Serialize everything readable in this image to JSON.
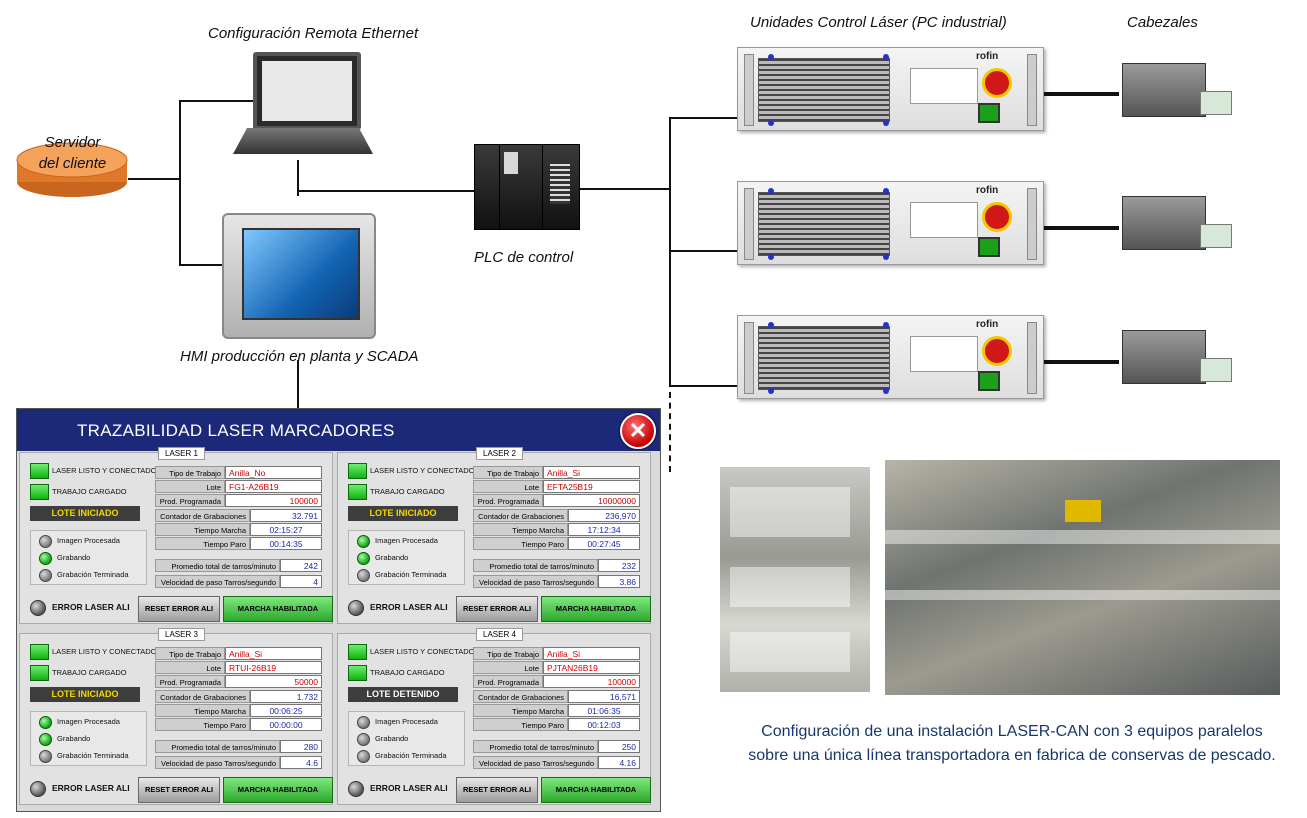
{
  "diagram": {
    "remote_config_label": "Configuración Remota Ethernet",
    "client_server_label": [
      "Servidor",
      "del cliente"
    ],
    "hmi_label": "HMI producción en planta y SCADA",
    "plc_label": "PLC de control",
    "laser_units_label": "Unidades Control Láser (PC industrial)",
    "heads_label": "Cabezales",
    "unit_logo": "rofin",
    "caption": [
      "Configuración de una instalación LASER-CAN con 3 equipos paralelos",
      "sobre una única línea transportadora en fabrica de conservas de pescado."
    ],
    "colors": {
      "caption": "#16386e",
      "window_title": "#1c2878",
      "led_green": "#12b012",
      "lote_text": "#f5d800",
      "error_red": "#d00000",
      "value_blue": "#1a2aa8"
    }
  },
  "window": {
    "title": "TRAZABILIDAD LASER MARCADORES",
    "close_icon": "close-icon",
    "panels": [
      {
        "name": "LASER 1",
        "led1": "LASER LISTO Y CONECTADO",
        "led2": "TRABAJO CARGADO",
        "lote": "LOTE INICIADO",
        "ind": [
          {
            "label": "Imagen Procesada",
            "on": false
          },
          {
            "label": "Grabando",
            "on": true
          },
          {
            "label": "Grabación Terminada",
            "on": false
          }
        ],
        "fields": {
          "tipo": {
            "label": "Tipo de Trabajo",
            "value": "Anilla_No"
          },
          "lote": {
            "label": "Lote",
            "value": "FG1-A26B19"
          },
          "prod": {
            "label": "Prod. Programada",
            "value": "100000"
          },
          "cont": {
            "label": "Contador de Grabaciones",
            "value": "32.791"
          },
          "tmarcha": {
            "label": "Tiempo Marcha",
            "value": "02:15:27"
          },
          "tparo": {
            "label": "Tiempo Paro",
            "value": "00:14:35"
          },
          "prom": {
            "label": "Promedio total de tarros/minuto",
            "value": "242"
          },
          "vel": {
            "label": "Velocidad de paso Tarros/segundo",
            "value": "4"
          }
        },
        "error": "ERROR LASER ALI",
        "reset": "RESET ERROR ALI",
        "marcha": "MARCHA HABILITADA"
      },
      {
        "name": "LASER 2",
        "led1": "LASER LISTO Y CONECTADO",
        "led2": "TRABAJO CARGADO",
        "lote": "LOTE INICIADO",
        "ind": [
          {
            "label": "Imagen Procesada",
            "on": true
          },
          {
            "label": "Grabando",
            "on": true
          },
          {
            "label": "Grabación Terminada",
            "on": false
          }
        ],
        "fields": {
          "tipo": {
            "label": "Tipo de Trabajo",
            "value": "Anilla_Si"
          },
          "lote": {
            "label": "Lote",
            "value": "EFTA25B19"
          },
          "prod": {
            "label": "Prod. Programada",
            "value": "10000000"
          },
          "cont": {
            "label": "Contador de Grabaciones",
            "value": "236,970"
          },
          "tmarcha": {
            "label": "Tiempo Marcha",
            "value": "17:12:34"
          },
          "tparo": {
            "label": "Tiempo Paro",
            "value": "00:27:45"
          },
          "prom": {
            "label": "Promedio total de tarros/minuto",
            "value": "232"
          },
          "vel": {
            "label": "Velocidad de paso Tarros/segundo",
            "value": "3.86"
          }
        },
        "error": "ERROR LASER ALI",
        "reset": "RESET ERROR ALI",
        "marcha": "MARCHA HABILITADA"
      },
      {
        "name": "LASER 3",
        "led1": "LASER LISTO Y CONECTADO",
        "led2": "TRABAJO CARGADO",
        "lote": "LOTE INICIADO",
        "ind": [
          {
            "label": "Imagen Procesada",
            "on": true
          },
          {
            "label": "Grabando",
            "on": true
          },
          {
            "label": "Grabación Terminada",
            "on": false
          }
        ],
        "fields": {
          "tipo": {
            "label": "Tipo de Trabajo",
            "value": "Anilla_Si"
          },
          "lote": {
            "label": "Lote",
            "value": "RTUI-26B19"
          },
          "prod": {
            "label": "Prod. Programada",
            "value": "50000"
          },
          "cont": {
            "label": "Contador de Grabaciones",
            "value": "1.732"
          },
          "tmarcha": {
            "label": "Tiempo Marcha",
            "value": "00:06:25"
          },
          "tparo": {
            "label": "Tiempo Paro",
            "value": "00:00:00"
          },
          "prom": {
            "label": "Promedio total de tarros/minuto",
            "value": "280"
          },
          "vel": {
            "label": "Velocidad de paso Tarros/segundo",
            "value": "4.6"
          }
        },
        "error": "ERROR LASER ALI",
        "reset": "RESET ERROR ALI",
        "marcha": "MARCHA HABILITADA"
      },
      {
        "name": "LASER 4",
        "led1": "LASER LISTO Y CONECTADO",
        "led2": "TRABAJO CARGADO",
        "lote": "LOTE DETENIDO",
        "ind": [
          {
            "label": "Imagen Procesada",
            "on": false
          },
          {
            "label": "Grabando",
            "on": false
          },
          {
            "label": "Grabación Terminada",
            "on": false
          }
        ],
        "fields": {
          "tipo": {
            "label": "Tipo de Trabajo",
            "value": "Anilla_Si"
          },
          "lote": {
            "label": "Lote",
            "value": "PJTAN26B19"
          },
          "prod": {
            "label": "Prod. Programada",
            "value": "100000"
          },
          "cont": {
            "label": "Contador de Grabaciones",
            "value": "16,571"
          },
          "tmarcha": {
            "label": "Tiempo Marcha",
            "value": "01:06:35"
          },
          "tparo": {
            "label": "Tiempo Paro",
            "value": "00:12:03"
          },
          "prom": {
            "label": "Promedio total de tarros/minuto",
            "value": "250"
          },
          "vel": {
            "label": "Velocidad de paso Tarros/segundo",
            "value": "4.16"
          }
        },
        "error": "ERROR LASER ALI",
        "reset": "RESET ERROR ALI",
        "marcha": "MARCHA HABILITADA"
      }
    ]
  }
}
